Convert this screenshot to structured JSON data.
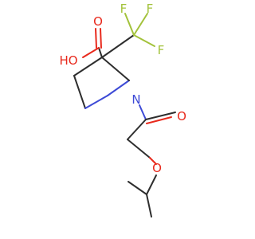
{
  "molecule": {
    "atoms": {
      "acid_O": "O",
      "acid_OH": "HO",
      "F_left": "F",
      "F_right": "F",
      "F_low": "F",
      "N": "N",
      "carbonyl_O": "O",
      "ether_O": "O"
    }
  },
  "colors": {
    "carbon": "#2e2e2e",
    "oxygen": "#e8291c",
    "nitrogen": "#3d4ad6",
    "fluorine": "#a3c23b"
  }
}
